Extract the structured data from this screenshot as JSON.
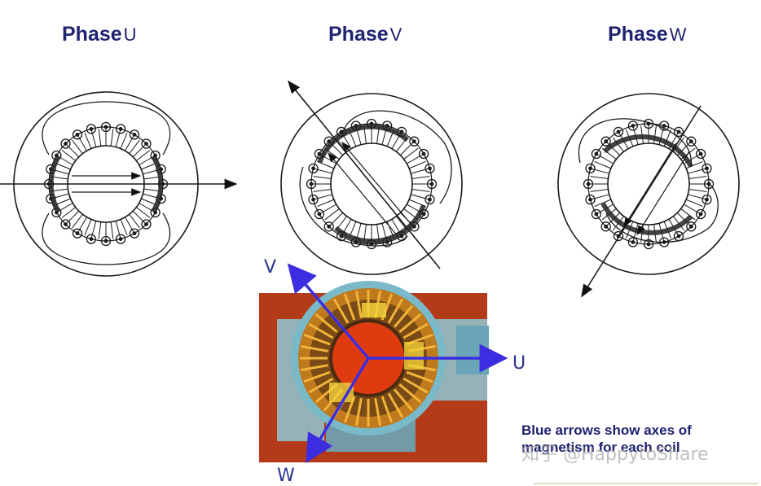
{
  "phases": [
    {
      "word": "Phase",
      "letter": "U"
    },
    {
      "word": "Phase",
      "letter": "V"
    },
    {
      "word": "Phase",
      "letter": "W"
    }
  ],
  "axes": {
    "u": "U",
    "v": "V",
    "w": "W"
  },
  "caption": "Blue arrows show axes of magnetism for each coil",
  "watermark": "知乎 @HappytoShare",
  "colors": {
    "title": "#1f2370",
    "arrow": "#3c2ee0",
    "stator_bg": "#c8451d"
  }
}
